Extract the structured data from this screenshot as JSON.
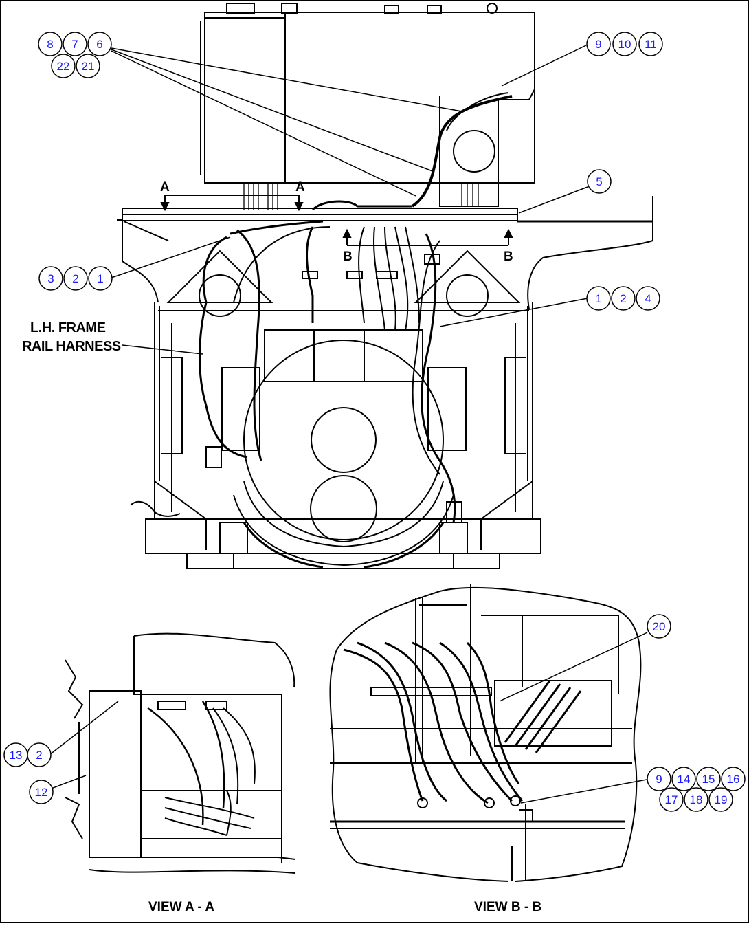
{
  "labels": {
    "lh_frame_line1": "L.H. FRAME",
    "lh_frame_line2": "RAIL HARNESS",
    "view_aa": "VIEW A - A",
    "view_bb": "VIEW B - B",
    "section_a": "A",
    "section_b": "B"
  },
  "callouts": {
    "top_left_row1": [
      "8",
      "7",
      "6"
    ],
    "top_left_row2": [
      "22",
      "21"
    ],
    "top_right": [
      "9",
      "10",
      "11"
    ],
    "right_5": [
      "5"
    ],
    "left_mid": [
      "3",
      "2",
      "1"
    ],
    "right_mid": [
      "1",
      "2",
      "4"
    ],
    "view_a_upper": [
      "13",
      "2"
    ],
    "view_a_lower": [
      "12"
    ],
    "view_b_20": [
      "20"
    ],
    "view_b_row1": [
      "9",
      "14",
      "15",
      "16"
    ],
    "view_b_row2": [
      "17",
      "18",
      "19"
    ]
  }
}
